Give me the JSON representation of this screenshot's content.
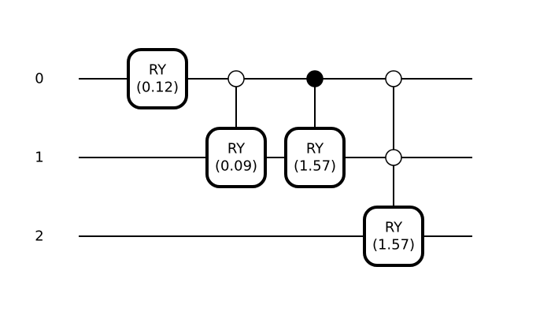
{
  "qubits": [
    {
      "label": "0"
    },
    {
      "label": "1"
    },
    {
      "label": "2"
    }
  ],
  "gates": [
    {
      "name": "RY",
      "param": "(0.12)",
      "target": 0,
      "controls": []
    },
    {
      "name": "RY",
      "param": "(0.09)",
      "target": 1,
      "controls": [
        {
          "qubit": 0,
          "state": "open"
        }
      ]
    },
    {
      "name": "RY",
      "param": "(1.57)",
      "target": 1,
      "controls": [
        {
          "qubit": 0,
          "state": "closed"
        }
      ]
    },
    {
      "name": "RY",
      "param": "(1.57)",
      "target": 2,
      "controls": [
        {
          "qubit": 0,
          "state": "open"
        },
        {
          "qubit": 1,
          "state": "open"
        }
      ]
    }
  ],
  "colors": {
    "stroke": "#000000",
    "background": "#ffffff"
  }
}
